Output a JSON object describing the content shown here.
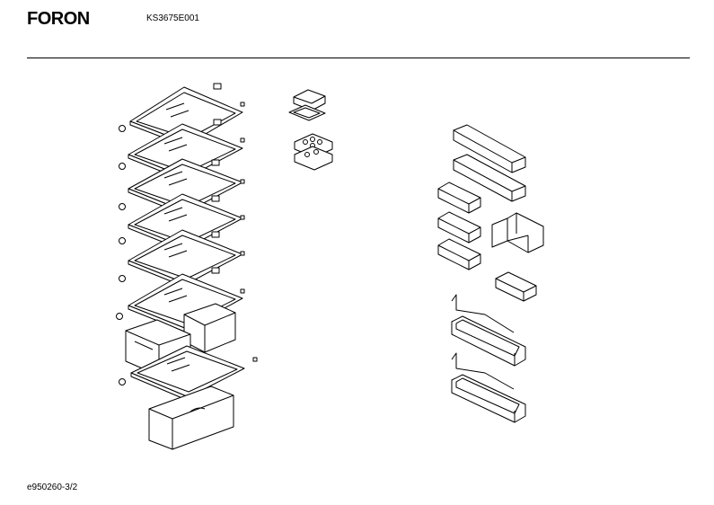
{
  "header": {
    "brand": "FORON",
    "model": "KS3675E001"
  },
  "footer": {
    "doc_id": "e950260-3/2"
  }
}
